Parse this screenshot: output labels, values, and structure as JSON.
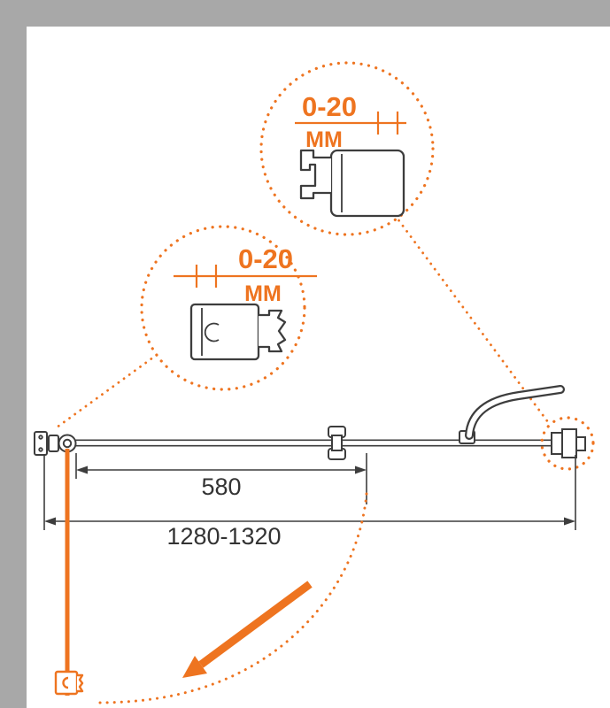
{
  "diagram": {
    "title": "shower-door-installation-plan",
    "detail_top": {
      "gap_label": "0-20",
      "unit_label": "ММ"
    },
    "detail_bottom": {
      "gap_label": "0-20",
      "unit_label": "ММ"
    },
    "dimensions": {
      "door_width": "580",
      "total_width": "1280-1320"
    }
  },
  "colors": {
    "accent_orange": "#ee7420",
    "line_dark": "#3d3d3d",
    "background_gray": "#a8a8a8",
    "paper_white": "#ffffff"
  }
}
